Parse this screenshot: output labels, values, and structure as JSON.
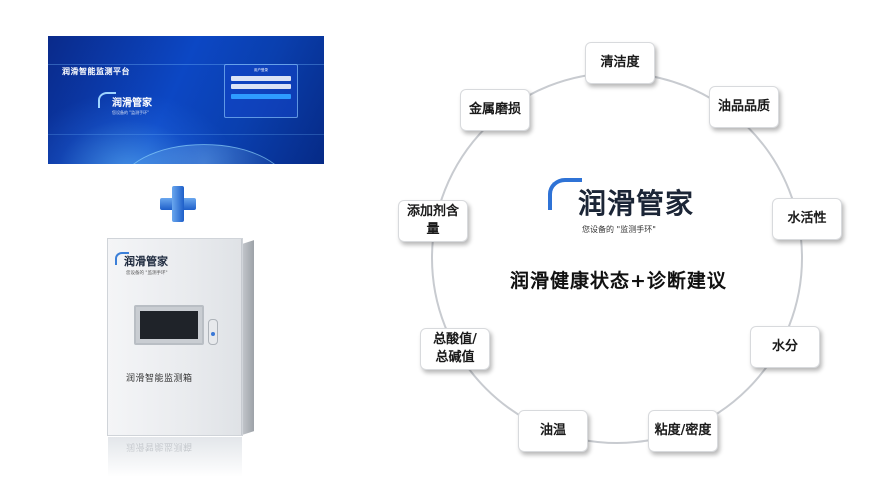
{
  "platform": {
    "title": "润滑智能监测平台",
    "logo_name": "润滑管家",
    "logo_slogan": "您设备的 \"监测手环\"",
    "login_title": "用户登录"
  },
  "cabinet": {
    "logo_name": "润滑管家",
    "logo_slogan": "您设备的 \"监测手环\"",
    "label": "润滑智能监测箱"
  },
  "center": {
    "logo_name": "润滑管家",
    "logo_slogan": "您设备的 \"监测手环\"",
    "caption": "润滑健康状态+诊断建议"
  },
  "nodes": [
    {
      "label": "清洁度"
    },
    {
      "label": "油品品质"
    },
    {
      "label": "水活性"
    },
    {
      "label": "水分"
    },
    {
      "label": "粘度/密度"
    },
    {
      "label": "油温"
    },
    {
      "label": "总酸值/总碱值"
    },
    {
      "label": "添加剂含量"
    },
    {
      "label": "金属磨损"
    }
  ],
  "colors": {
    "ring": "#c8cbd0",
    "accent": "#2f73d6",
    "platform_bg": "#0c47c4"
  }
}
